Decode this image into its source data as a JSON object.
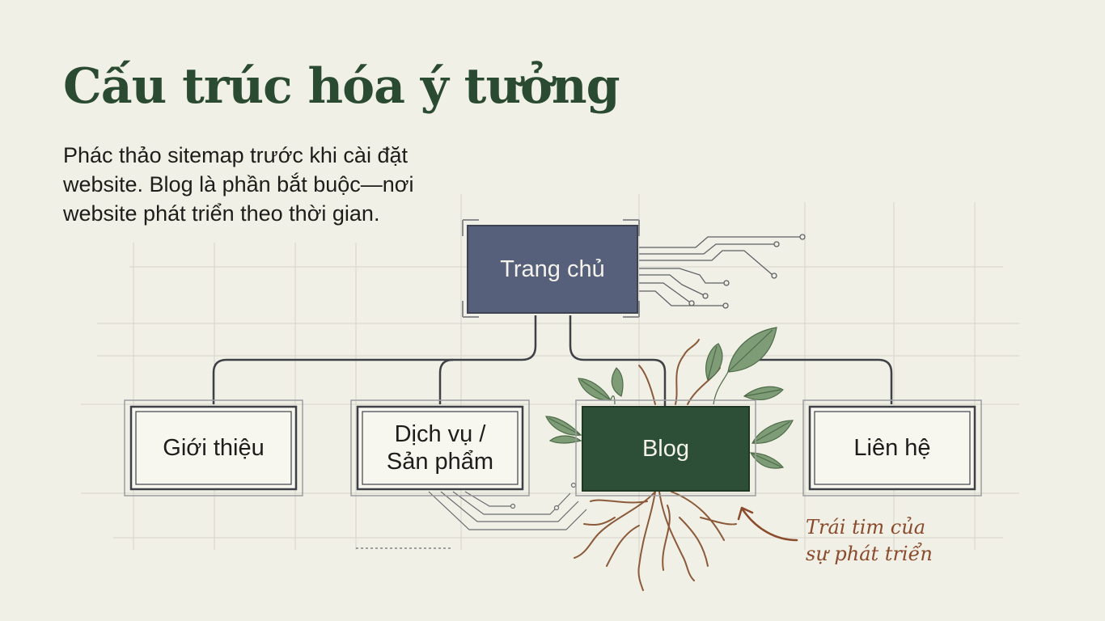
{
  "title": "Cấu trúc hóa ý tưởng",
  "subtitle_lines": [
    "Phác thảo sitemap trước khi cài đặt",
    "website. Blog là phần bắt buộc—nơi",
    "website phát triển theo thời gian."
  ],
  "nodes": {
    "home": {
      "label": "Trang chủ"
    },
    "about": {
      "label": "Giới thiệu"
    },
    "services": {
      "label_lines": [
        "Dịch vụ /",
        "Sản phẩm"
      ]
    },
    "blog": {
      "label": "Blog"
    },
    "contact": {
      "label": "Liên hệ"
    }
  },
  "annotation": {
    "lines": [
      "Trái tim của",
      "sự phát triển"
    ]
  },
  "colors": {
    "background": "#f1f0e6",
    "title": "#2a4a31",
    "home_node": "#56607a",
    "blog_node": "#2d4f37",
    "connector": "#3d4146",
    "root": "#8a5a3a",
    "leaf": "#5a7a52",
    "annotation": "#8a4a2c"
  }
}
